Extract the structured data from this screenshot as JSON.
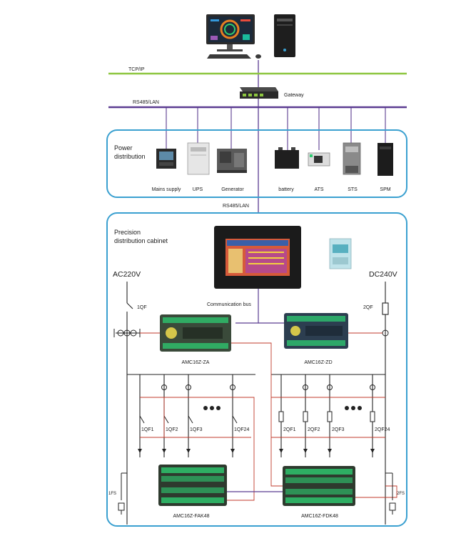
{
  "colors": {
    "tcp_bus": "#8dc63f",
    "rs485_bus": "#5b3c91",
    "panel_border": "#3aa0d0",
    "signal_line": "#c0392b",
    "power_line": "#222222"
  },
  "buses": {
    "tcp": "TCP/IP",
    "rs485": "RS485/LAN",
    "rs485_lower": "RS485/LAN",
    "gateway": "Gateway",
    "comm_bus": "Communication bus"
  },
  "power_distribution": {
    "title_line1": "Power",
    "title_line2": "distribution",
    "devices": [
      {
        "label": "Mains supply",
        "icon": "meter-icon"
      },
      {
        "label": "UPS",
        "icon": "ups-icon"
      },
      {
        "label": "Generator",
        "icon": "generator-icon"
      },
      {
        "label": "battery",
        "icon": "battery-icon"
      },
      {
        "label": "ATS",
        "icon": "ats-icon"
      },
      {
        "label": "STS",
        "icon": "sts-icon"
      },
      {
        "label": "SPM",
        "icon": "spm-icon"
      }
    ]
  },
  "cabinet": {
    "title_line1": "Precision",
    "title_line2": "distribution cabinet",
    "ac_voltage": "AC220V",
    "dc_voltage": "DC240V",
    "main_ac_breaker": "1QF",
    "main_dc_breaker": "2QF",
    "module_za": "AMC16Z-ZA",
    "module_zd": "AMC16Z-ZD",
    "module_fak": "AMC16Z-FAK48",
    "module_fdk": "AMC16Z-FDK48",
    "ac_branches": [
      "1QF1",
      "1QF2",
      "1QF3",
      "1QF24"
    ],
    "dc_branches": [
      "2QF1",
      "2QF2",
      "2QF3",
      "2QF24"
    ],
    "ac_spd": "1FS",
    "dc_spd": "2FS"
  }
}
